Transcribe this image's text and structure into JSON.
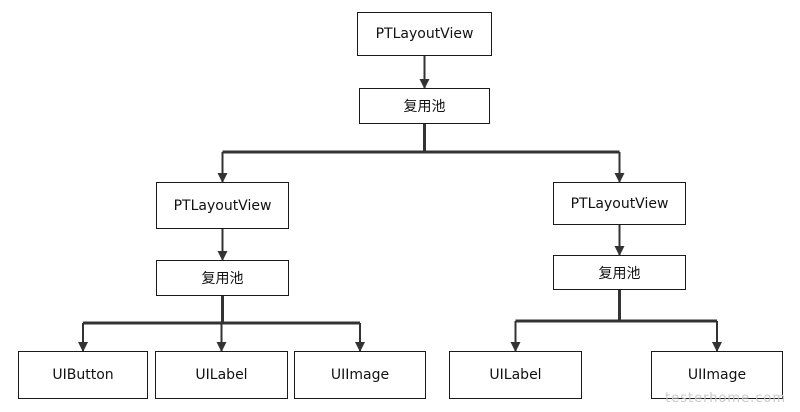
{
  "diagram": {
    "nodes": {
      "root_view": "PTLayoutView",
      "root_pool": "复用池",
      "left_view": "PTLayoutView",
      "left_pool": "复用池",
      "right_view": "PTLayoutView",
      "right_pool": "复用池",
      "left_button": "UIButton",
      "left_label": "UILabel",
      "left_image": "UIImage",
      "right_label": "UILabel",
      "right_image": "UIImage"
    },
    "edges": [
      [
        "root_view",
        "root_pool"
      ],
      [
        "root_pool",
        "left_view"
      ],
      [
        "root_pool",
        "right_view"
      ],
      [
        "left_view",
        "left_pool"
      ],
      [
        "right_view",
        "right_pool"
      ],
      [
        "left_pool",
        "left_button"
      ],
      [
        "left_pool",
        "left_label"
      ],
      [
        "left_pool",
        "left_image"
      ],
      [
        "right_pool",
        "right_label"
      ],
      [
        "right_pool",
        "right_image"
      ]
    ],
    "line_color": "#333333"
  },
  "watermark": "testerhome.com"
}
